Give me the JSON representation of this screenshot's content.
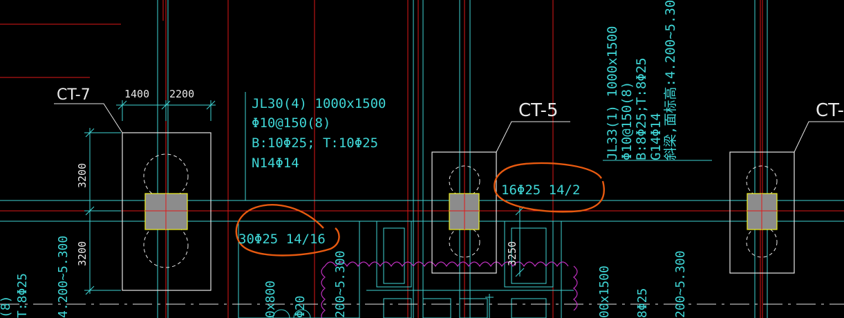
{
  "labels": {
    "ct7": "CT-7",
    "ct5": "CT-5",
    "ct_right": "CT-"
  },
  "dimensions": {
    "ct7_left_width": "1400",
    "ct7_right_width": "2200",
    "ct7_upper_height": "3200",
    "ct7_lower_height": "3200",
    "ct5_lower": "3250"
  },
  "beam_jl30": {
    "line1": "JL30(4) 1000x1500",
    "line2": "Φ10@150(8)",
    "line3": "B:10Φ25; T:10Φ25",
    "line4": "N14Φ14"
  },
  "beam_jl33": {
    "line1": "JL33(1) 1000x1500",
    "line2": "Φ10@150(8)",
    "line3": "B:8Φ25;T:8Φ25",
    "line4": "G14Φ14",
    "line5": "斜梁,面标高:4.200~5.300"
  },
  "annotations": {
    "rebar_30": "30Φ25 14/16",
    "rebar_16": "16Φ25 14/2"
  },
  "partial_texts": {
    "left_level": "4.200~5.300",
    "left_t8": "T:8Φ25",
    "left_paren": "(8)",
    "bottom_x800": "0x800",
    "bottom_phi20": "Φ20",
    "bottom_level_a": "200~5.300",
    "bottom_x1500": "00x1500",
    "bottom_8phi25": "8Φ25",
    "bottom_level_b": "200~5.300"
  },
  "colors": {
    "background": "#000000",
    "grid_red": "#e01818",
    "cyan": "#3fd6d6",
    "white": "#e8e8e8",
    "column_fill": "#8c8c8c",
    "column_edge": "#f0f020",
    "magenta": "#c030c0",
    "markup_orange": "#e85a10"
  }
}
